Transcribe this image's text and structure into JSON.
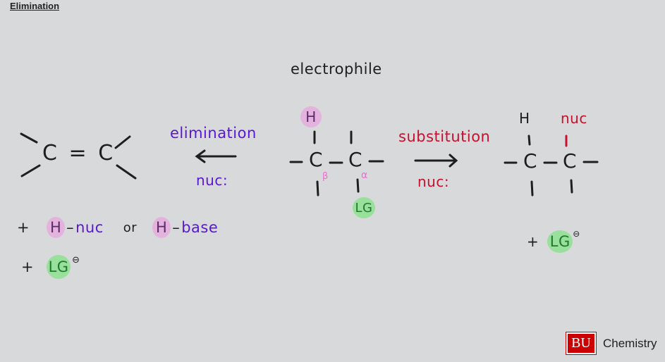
{
  "header": {
    "title": "Elimination"
  },
  "colors": {
    "background": "#d8d9db",
    "elimination": "#5a16d6",
    "substitution": "#c8102e",
    "greek_labels": "#f06ad2",
    "h_highlight": "#e3b3dd",
    "lg_highlight": "#98e09b",
    "logo_red": "#cc0000"
  },
  "center": {
    "label": "electrophile",
    "top_left_atom": "H",
    "carbon_left": "C",
    "carbon_right": "C",
    "beta": "β",
    "alpha": "α",
    "bottom_right_group": "LG"
  },
  "left_arrow": {
    "label": "elimination",
    "reagent": "nuc:"
  },
  "right_arrow": {
    "label": "substitution",
    "reagent": "nuc:"
  },
  "alkene": {
    "carbon_left": "C",
    "bond": "=",
    "carbon_right": "C"
  },
  "elimination_products": {
    "line1": {
      "plus": "+",
      "h1": "H",
      "dash1": "–",
      "nuc": "nuc",
      "or": "or",
      "h2": "H",
      "dash2": "–",
      "base": "base"
    },
    "line2": {
      "plus": "+",
      "lg": "LG",
      "charge": "⊖"
    }
  },
  "substitution_product": {
    "top_left_atom": "H",
    "top_right_group": "nuc",
    "carbon_left": "C",
    "carbon_right": "C",
    "side_product": {
      "plus": "+",
      "lg": "LG",
      "charge": "⊖"
    }
  },
  "logo": {
    "mark": "BU",
    "text": "Chemistry"
  }
}
